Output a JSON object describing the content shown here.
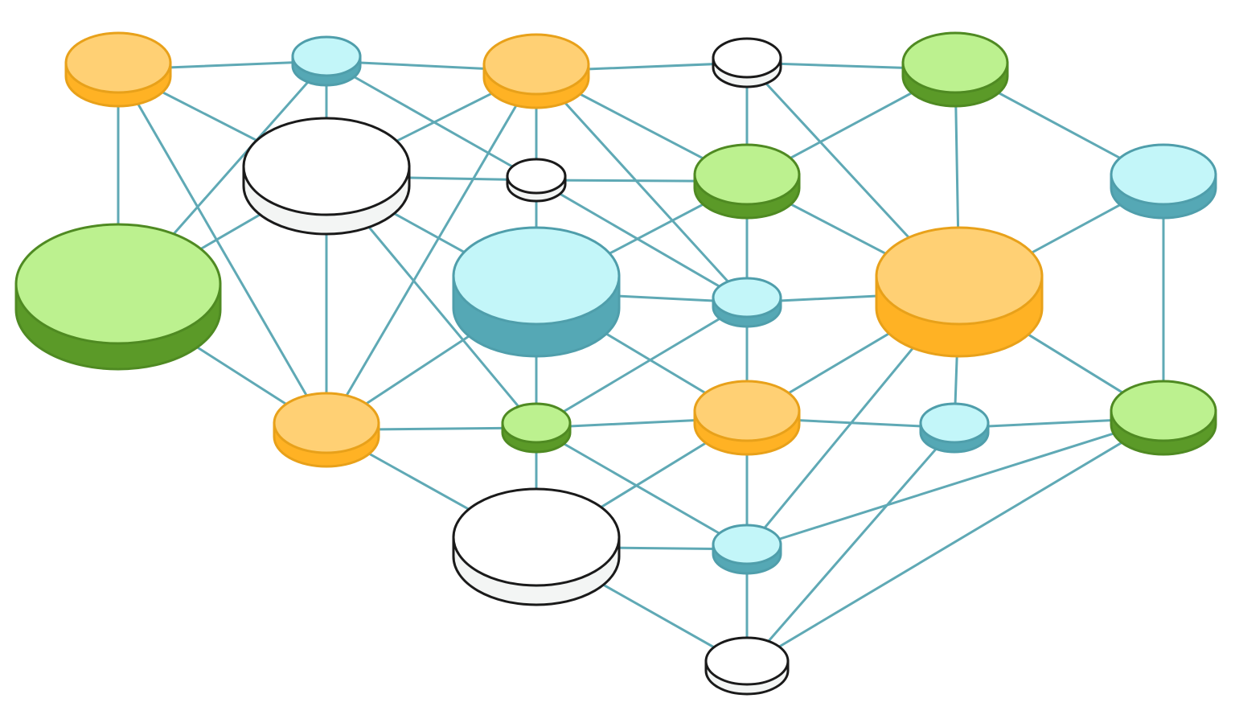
{
  "palette": {
    "orange": {
      "top": "#ffd074",
      "side": "#ffb224",
      "stroke": "#e8a11a"
    },
    "blue": {
      "top": "#c3f6f9",
      "side": "#55a8b5",
      "stroke": "#4f9eab"
    },
    "green": {
      "top": "#bcf18f",
      "side": "#5b9a28",
      "stroke": "#4f8a22"
    },
    "white": {
      "top": "#ffffff",
      "side": "#f3f5f4",
      "stroke": "#1a1a1a"
    },
    "edge": "#5fa9b5"
  },
  "nodes": [
    {
      "id": "n1",
      "color": "orange",
      "size": "medium"
    },
    {
      "id": "n2",
      "color": "blue",
      "size": "small"
    },
    {
      "id": "n3",
      "color": "orange",
      "size": "medium"
    },
    {
      "id": "n4",
      "color": "white",
      "size": "small"
    },
    {
      "id": "n5",
      "color": "green",
      "size": "medium"
    },
    {
      "id": "n6",
      "color": "white",
      "size": "large"
    },
    {
      "id": "n7",
      "color": "white",
      "size": "small"
    },
    {
      "id": "n8",
      "color": "green",
      "size": "medium"
    },
    {
      "id": "n9",
      "color": "blue",
      "size": "medium"
    },
    {
      "id": "n10",
      "color": "green",
      "size": "large"
    },
    {
      "id": "n11",
      "color": "blue",
      "size": "large"
    },
    {
      "id": "n12",
      "color": "blue",
      "size": "small"
    },
    {
      "id": "n13",
      "color": "orange",
      "size": "large"
    },
    {
      "id": "n14",
      "color": "orange",
      "size": "medium"
    },
    {
      "id": "n15",
      "color": "green",
      "size": "small"
    },
    {
      "id": "n16",
      "color": "orange",
      "size": "medium"
    },
    {
      "id": "n17",
      "color": "blue",
      "size": "small"
    },
    {
      "id": "n18",
      "color": "green",
      "size": "medium"
    },
    {
      "id": "n19",
      "color": "white",
      "size": "large"
    },
    {
      "id": "n20",
      "color": "blue",
      "size": "small"
    },
    {
      "id": "n21",
      "color": "white",
      "size": "small"
    }
  ],
  "edges": [
    [
      "n1",
      "n2"
    ],
    [
      "n2",
      "n3"
    ],
    [
      "n3",
      "n4"
    ],
    [
      "n4",
      "n5"
    ],
    [
      "n1",
      "n10"
    ],
    [
      "n1",
      "n6"
    ],
    [
      "n1",
      "n14"
    ],
    [
      "n2",
      "n6"
    ],
    [
      "n2",
      "n10"
    ],
    [
      "n2",
      "n7"
    ],
    [
      "n3",
      "n6"
    ],
    [
      "n3",
      "n7"
    ],
    [
      "n3",
      "n8"
    ],
    [
      "n3",
      "n12"
    ],
    [
      "n3",
      "n14"
    ],
    [
      "n4",
      "n8"
    ],
    [
      "n4",
      "n13"
    ],
    [
      "n5",
      "n8"
    ],
    [
      "n5",
      "n13"
    ],
    [
      "n5",
      "n9"
    ],
    [
      "n6",
      "n7"
    ],
    [
      "n6",
      "n10"
    ],
    [
      "n6",
      "n14"
    ],
    [
      "n6",
      "n11"
    ],
    [
      "n6",
      "n15"
    ],
    [
      "n7",
      "n8"
    ],
    [
      "n7",
      "n11"
    ],
    [
      "n7",
      "n12"
    ],
    [
      "n8",
      "n11"
    ],
    [
      "n8",
      "n12"
    ],
    [
      "n8",
      "n13"
    ],
    [
      "n9",
      "n13"
    ],
    [
      "n9",
      "n18"
    ],
    [
      "n10",
      "n14"
    ],
    [
      "n11",
      "n12"
    ],
    [
      "n11",
      "n14"
    ],
    [
      "n11",
      "n15"
    ],
    [
      "n11",
      "n16"
    ],
    [
      "n12",
      "n13"
    ],
    [
      "n12",
      "n15"
    ],
    [
      "n12",
      "n16"
    ],
    [
      "n13",
      "n16"
    ],
    [
      "n13",
      "n17"
    ],
    [
      "n13",
      "n18"
    ],
    [
      "n13",
      "n20"
    ],
    [
      "n14",
      "n15"
    ],
    [
      "n14",
      "n19"
    ],
    [
      "n15",
      "n16"
    ],
    [
      "n15",
      "n19"
    ],
    [
      "n15",
      "n20"
    ],
    [
      "n16",
      "n17"
    ],
    [
      "n16",
      "n20"
    ],
    [
      "n16",
      "n19"
    ],
    [
      "n16",
      "n21"
    ],
    [
      "n17",
      "n18"
    ],
    [
      "n17",
      "n21"
    ],
    [
      "n18",
      "n20"
    ],
    [
      "n18",
      "n21"
    ],
    [
      "n19",
      "n20"
    ],
    [
      "n19",
      "n21"
    ],
    [
      "n20",
      "n21"
    ]
  ]
}
